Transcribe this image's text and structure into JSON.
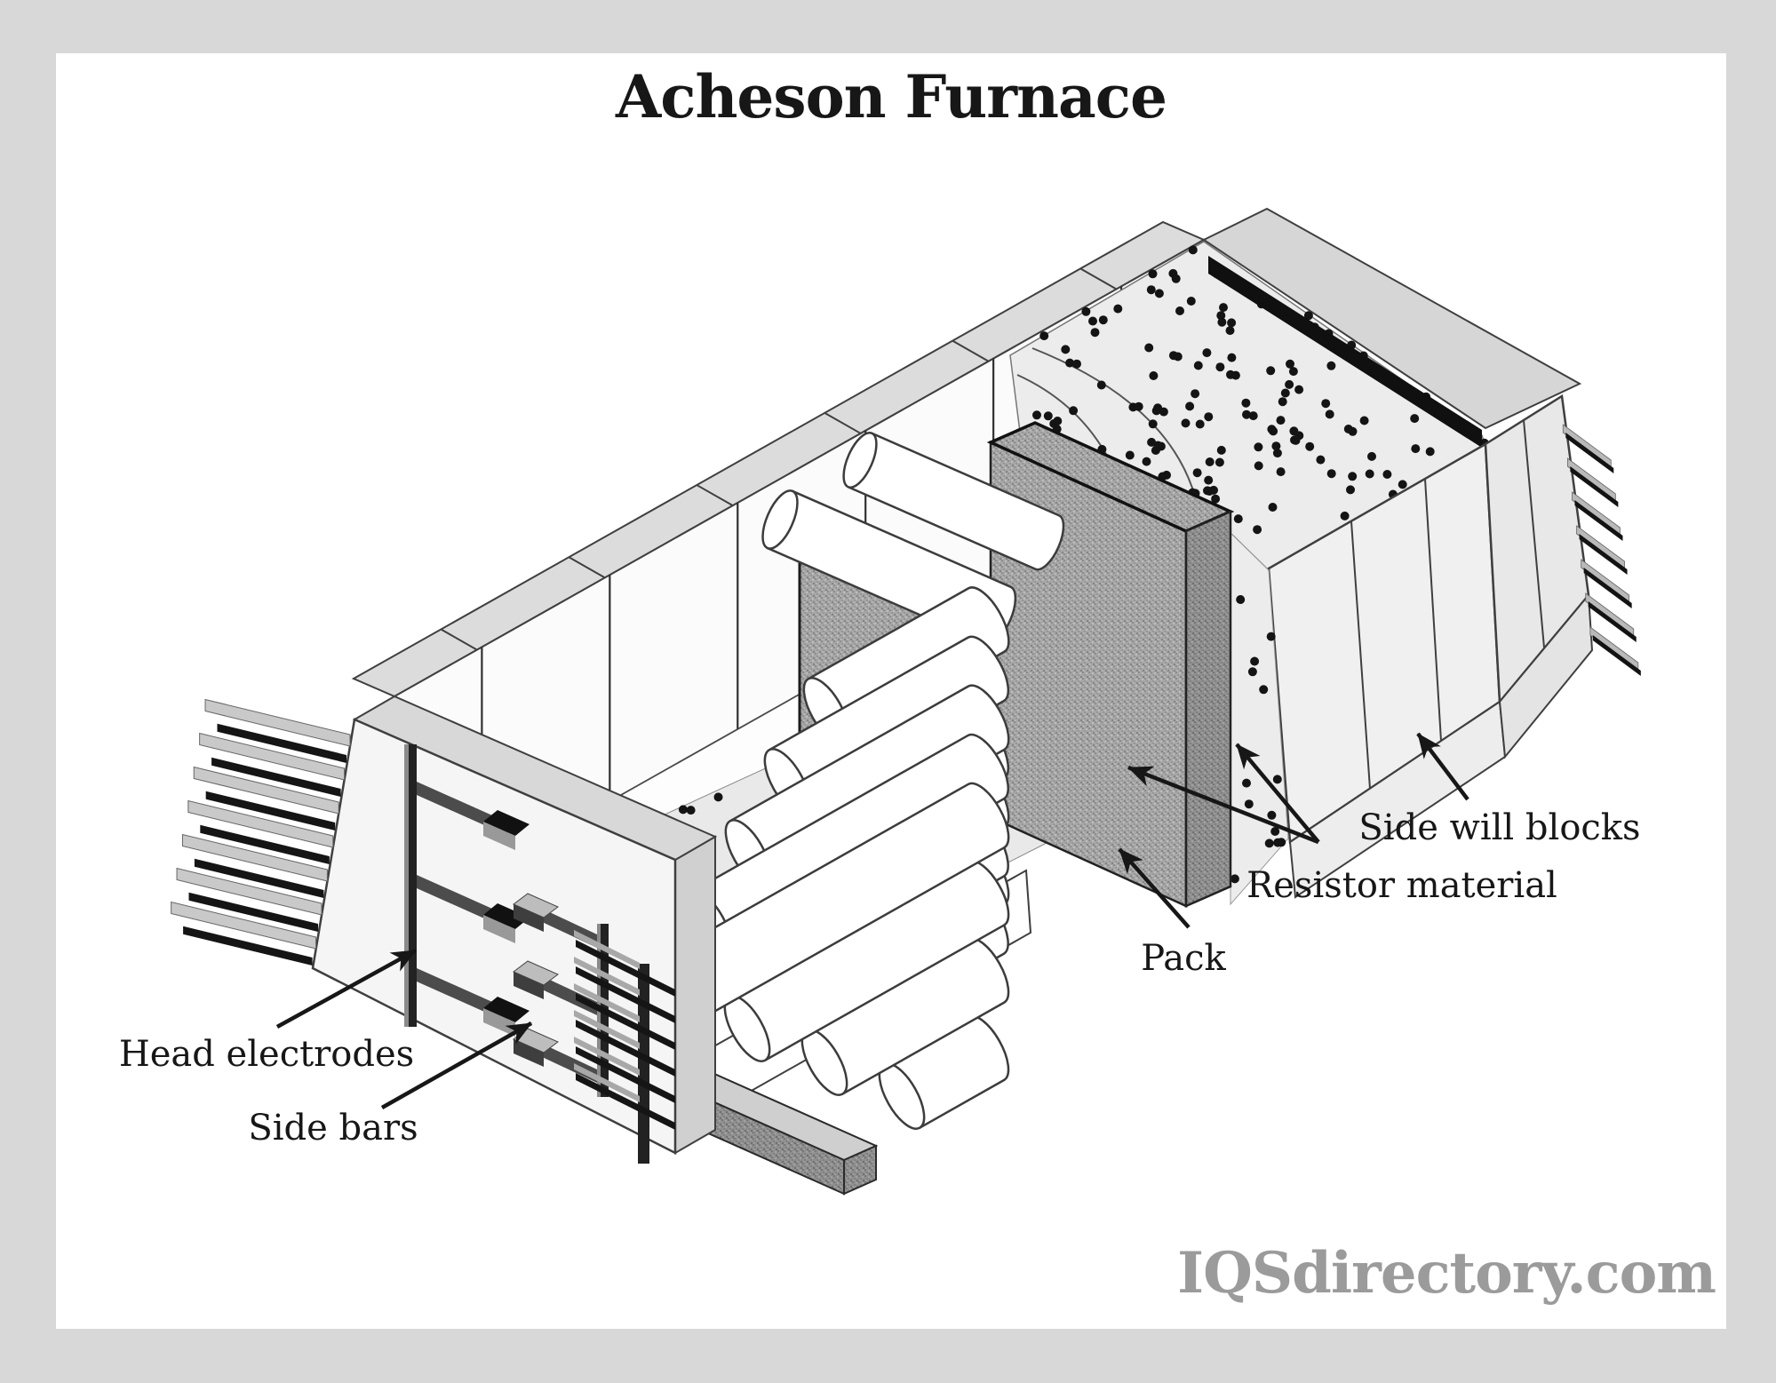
{
  "page": {
    "title": "Acheson Furnace",
    "watermark": "IQSdirectory.com"
  },
  "diagram": {
    "labels": {
      "head_electrodes": "Head electrodes",
      "side_bars": "Side bars",
      "pack": "Pack",
      "resistor_material": "Resistor material",
      "side_will_blocks": "Side will blocks"
    }
  },
  "colors": {
    "frame": "#d8d8d8",
    "canvas": "#ffffff",
    "ink": "#171717",
    "wall_face": "#f5f5f5",
    "coping_gray": "#dcdcdc",
    "charge_dots_surface": "#ececec",
    "resistor_texture": "#a6a6a6",
    "watermark_gray": "#9b9b9b"
  }
}
